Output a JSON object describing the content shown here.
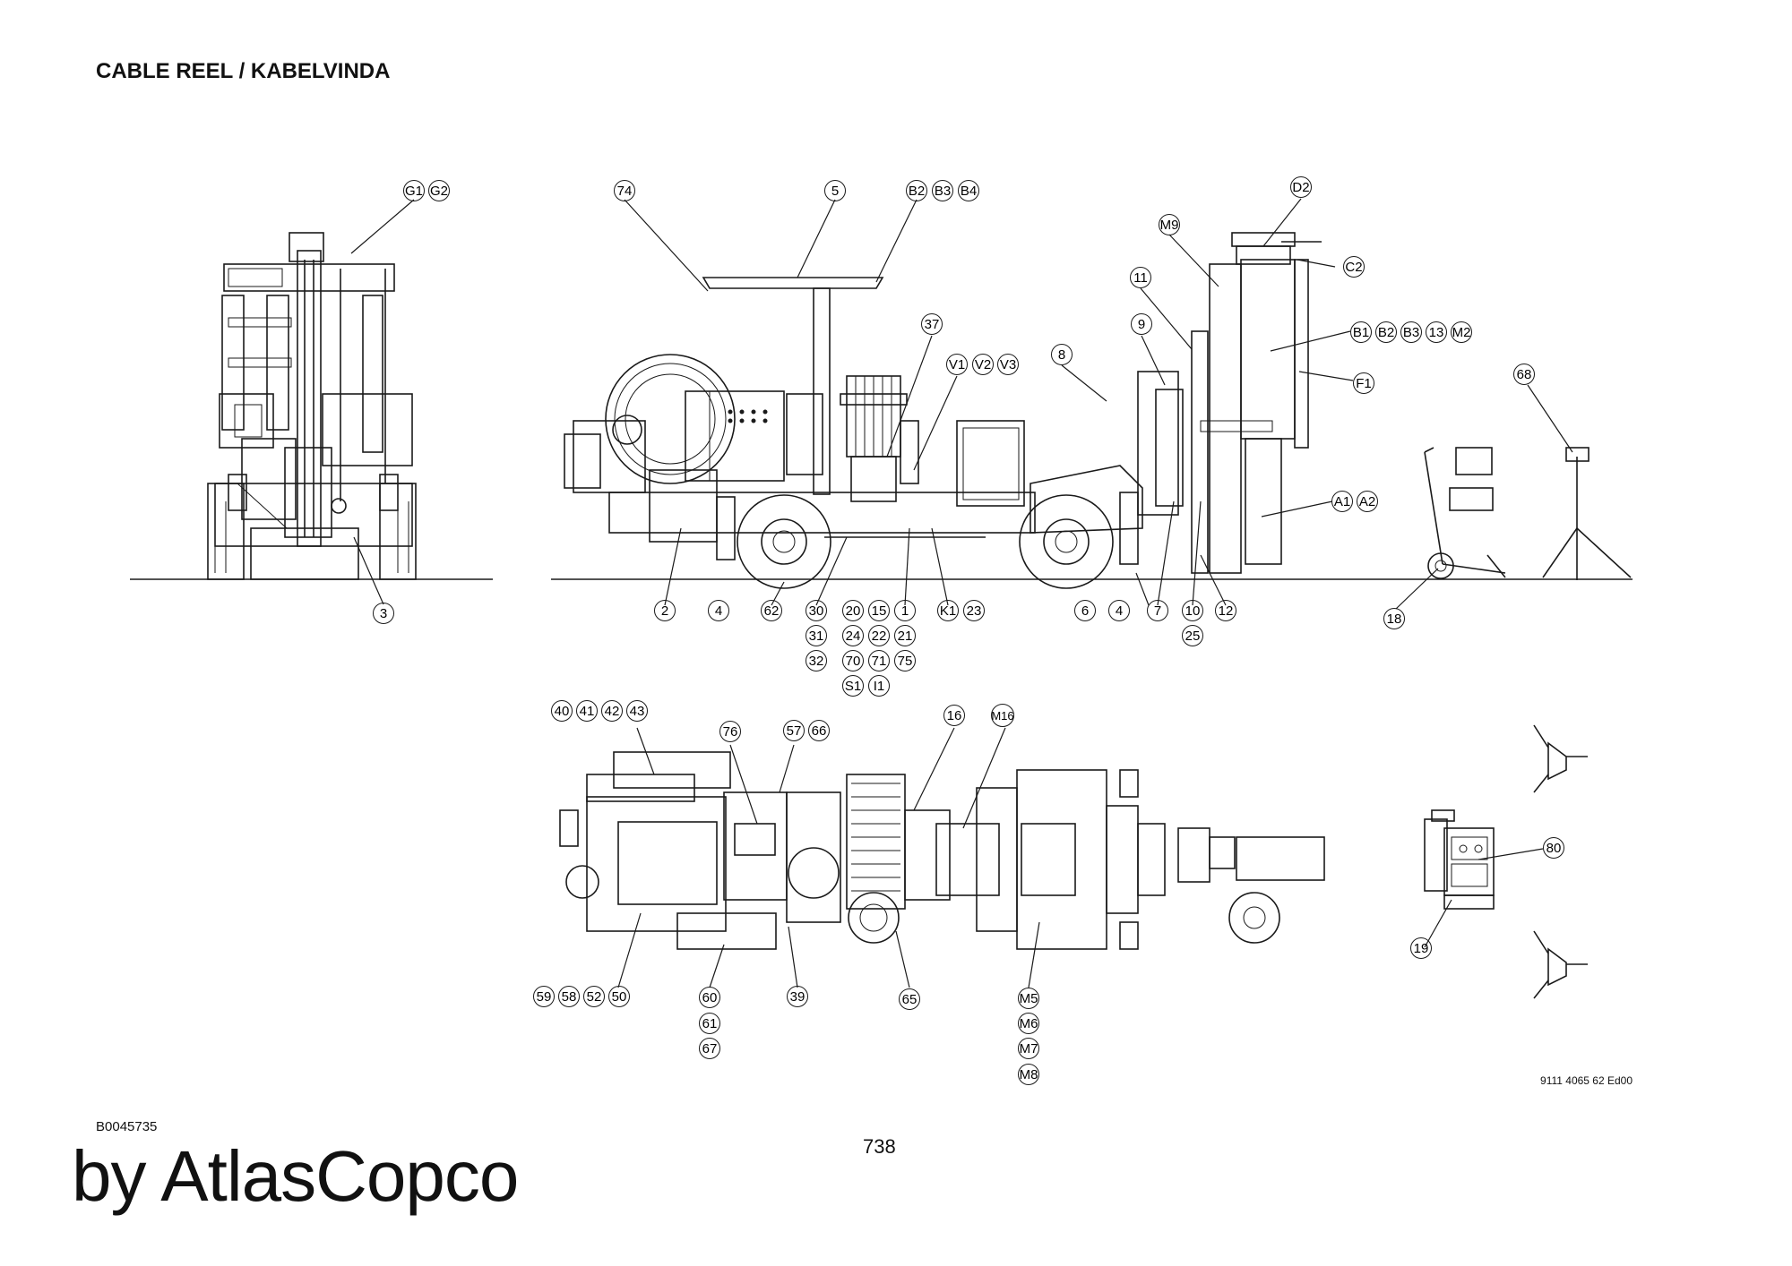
{
  "title": "CABLE REEL / KABELVINDA",
  "drawing_number": "9111 4065 62 Ed00",
  "doc_code": "B0045735",
  "page_number": "738",
  "brand": "by AtlasCopco",
  "callout_labels": {
    "G1": "G1",
    "G2": "G2",
    "L3": "3",
    "L74": "74",
    "L5": "5",
    "B2": "B2",
    "B3": "B3",
    "B4": "B4",
    "L37": "37",
    "V1": "V1",
    "V2": "V2",
    "V3": "V3",
    "L8": "8",
    "L9": "9",
    "L11": "11",
    "M9": "M9",
    "D2": "D2",
    "C2": "C2",
    "B1r": "B1",
    "B2r": "B2",
    "B3r": "B3",
    "L13": "13",
    "M2": "M2",
    "F1": "F1",
    "A1": "A1",
    "A2": "A2",
    "L68": "68",
    "L18": "18",
    "L2": "2",
    "L4a": "4",
    "L62": "62",
    "L30": "30",
    "L31": "31",
    "L32": "32",
    "L20": "20",
    "L15": "15",
    "L1": "1",
    "L24": "24",
    "L22": "22",
    "L21": "21",
    "L70": "70",
    "L71": "71",
    "L75": "75",
    "S1": "S1",
    "I1": "I1",
    "K1": "K1",
    "L23": "23",
    "L6": "6",
    "L4b": "4",
    "L7": "7",
    "L10": "10",
    "L25": "25",
    "L12": "12",
    "L40": "40",
    "L41": "41",
    "L42": "42",
    "L43": "43",
    "L76": "76",
    "L57": "57",
    "L66": "66",
    "L16": "16",
    "M16": "M16",
    "L80": "80",
    "L19": "19",
    "L59": "59",
    "L58": "58",
    "L52": "52",
    "L50": "50",
    "L60": "60",
    "L61": "61",
    "L67": "67",
    "L39": "39",
    "L65": "65",
    "M5": "M5",
    "M6": "M6",
    "M7": "M7",
    "M8": "M8"
  }
}
